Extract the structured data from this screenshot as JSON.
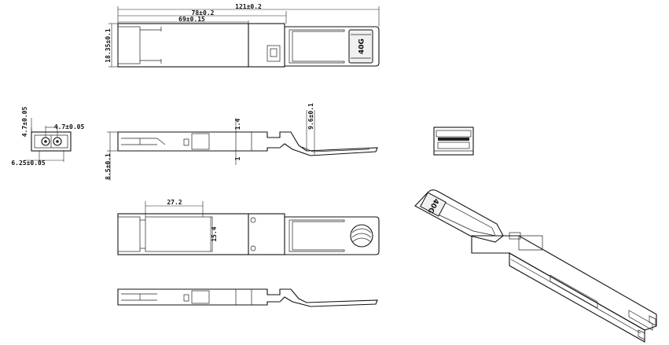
{
  "dimensions": {
    "total_length": "121±0.2",
    "length_78": "78±0.2",
    "length_69": "69±0.15",
    "height_18": "18.35±0.1",
    "front_4_7_v": "4.7±0.05",
    "front_4_7_h": "4.7±0.05",
    "front_6_25": "6.25±0.05",
    "side_1_4": "1.4",
    "side_9_6": "9.6±0.1",
    "side_8_5": "8.5±0.1",
    "side_1": "1",
    "label_27_2": "27.2",
    "label_15_4": "15.4"
  },
  "labels": {
    "module_badge_top": "40G",
    "module_badge_iso": "40G"
  }
}
